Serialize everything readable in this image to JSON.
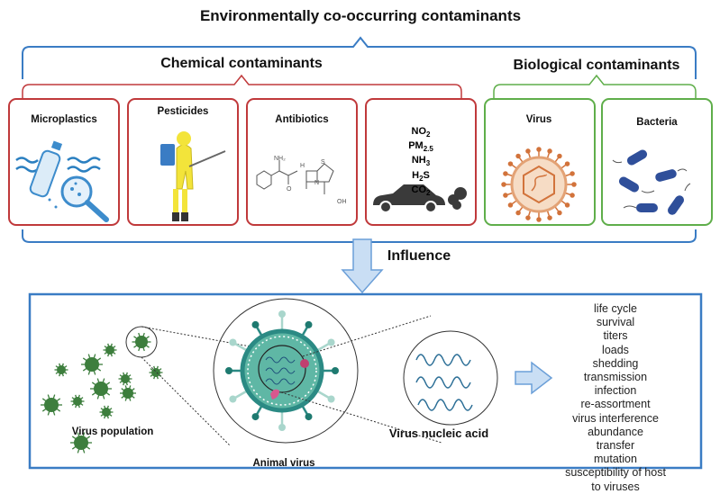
{
  "title": "Environmentally co-occurring contaminants",
  "chemical": {
    "title": "Chemical contaminants",
    "items": [
      {
        "label": "Microplastics",
        "icon": "plastic-bottle-magnifier-icon"
      },
      {
        "label": "Pesticides",
        "icon": "hazmat-sprayer-icon"
      },
      {
        "label": "Antibiotics",
        "icon": "ampicillin-structure-icon"
      },
      {
        "label": "",
        "icon": "car-exhaust-icon",
        "gases": [
          {
            "base": "NO",
            "sub": "2",
            "tail": ""
          },
          {
            "base": "PM",
            "sub": "2.5",
            "tail": ""
          },
          {
            "base": "NH",
            "sub": "3",
            "tail": ""
          },
          {
            "base": "H",
            "sub": "2",
            "tail": "S"
          },
          {
            "base": "CO",
            "sub": "2",
            "tail": ""
          }
        ]
      }
    ],
    "color": "#c0393b"
  },
  "biological": {
    "title": "Biological contaminants",
    "items": [
      {
        "label": "Virus",
        "icon": "virus-icon"
      },
      {
        "label": "Bacteria",
        "icon": "bacteria-icon"
      }
    ],
    "color": "#5fae4a"
  },
  "influence": {
    "label": "Influence",
    "color": "#c9def4"
  },
  "bottom": {
    "virus_population": "Virus population",
    "animal_virus": "Animal virus",
    "nucleic_acid": "Virus nucleic acid",
    "effects": [
      "life cycle",
      "survival",
      "titers",
      "loads",
      "shedding",
      "transmission",
      "infection",
      "re-assortment",
      "virus interference",
      "abundance",
      "transfer",
      "mutation",
      "susceptibility of host to viruses"
    ],
    "border_color": "#3a7cc4"
  },
  "brace_color": "#3a7cc4",
  "antibiotic_atoms": {
    "nh2": "NH₂",
    "h": "H",
    "n": "N",
    "s": "S",
    "o": "O",
    "oh": "OH"
  }
}
